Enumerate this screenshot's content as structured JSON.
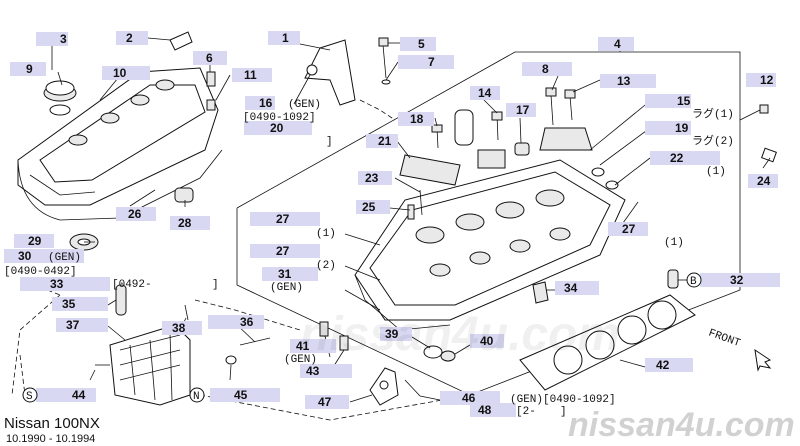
{
  "footer": {
    "model": "Nissan 100NX",
    "period": "10.1990 - 10.1994"
  },
  "watermark": {
    "site": "nissan4u.com",
    "site_center": "nissan4u.com"
  },
  "front_label": "FRONT",
  "parts": [
    "1",
    "2",
    "3",
    "4",
    "5",
    "6",
    "7",
    "8",
    "9",
    "10",
    "11",
    "12",
    "13",
    "14",
    "15",
    "16",
    "17",
    "18",
    "19",
    "20",
    "21",
    "22",
    "23",
    "24",
    "25",
    "26",
    "27",
    "27",
    "27",
    "28",
    "29",
    "30",
    "31",
    "32",
    "33",
    "34",
    "35",
    "36",
    "37",
    "38",
    "39",
    "40",
    "41",
    "42",
    "43",
    "44",
    "45",
    "46",
    "47",
    "48"
  ],
  "texts": {
    "t16": "(GEN)",
    "t16_range": "[0490-1092]",
    "t20": "]",
    "t15": "ラグ(1)",
    "t19": "ラグ(2)",
    "t22": "(1)",
    "t27a": "(1)",
    "t27b": "(2)",
    "t27c": "(1)",
    "t30": "(GEN)",
    "t30_range": "[0490-0492]",
    "t31": "(GEN)",
    "t33": "[0492-",
    "t33b": "]",
    "t41": "(GEN)",
    "t48": "(GEN)[0490-1092]",
    "t48b": "[2-",
    "t48c": "]"
  },
  "markers": {
    "b": "B",
    "s": "S",
    "n": "N"
  }
}
